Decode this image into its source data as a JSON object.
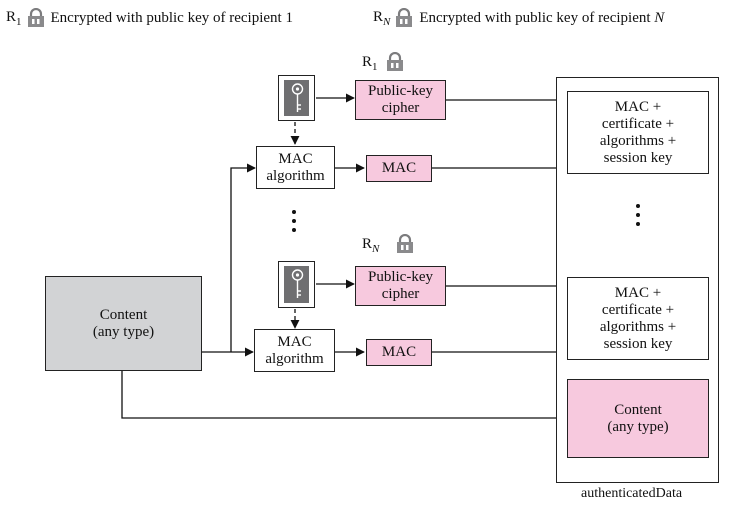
{
  "legend": {
    "r1_label": "R",
    "r1_sub": "1",
    "r1_text": "Encrypted with public key of recipient 1",
    "rn_label": "R",
    "rn_sub": "N",
    "rn_text_prefix": "Encrypted with public key of recipient ",
    "rn_text_italic": "N"
  },
  "recipients": {
    "r1": {
      "label": "R",
      "sub": "1"
    },
    "rn": {
      "label": "R",
      "sub": "N"
    }
  },
  "content_box": {
    "line1": "Content",
    "line2": "(any type)"
  },
  "blocks": {
    "pkc_top": {
      "line1": "Public-key",
      "line2": "cipher"
    },
    "mac_alg_top": {
      "line1": "MAC",
      "line2": "algorithm"
    },
    "mac_top": "MAC",
    "pkc_bottom": {
      "line1": "Public-key",
      "line2": "cipher"
    },
    "mac_alg_bottom": {
      "line1": "MAC",
      "line2": "algorithm"
    },
    "mac_bottom": "MAC"
  },
  "output": {
    "entry1": {
      "l1": "MAC +",
      "l2": "certificate +",
      "l3": "algorithms +",
      "l4": "session key"
    },
    "entry2": {
      "l1": "MAC +",
      "l2": "certificate +",
      "l3": "algorithms +",
      "l4": "session key"
    },
    "content": {
      "line1": "Content",
      "line2": "(any type)"
    },
    "caption": "authenticatedData"
  },
  "colors": {
    "pink": "#f7c9de",
    "grey": "#d2d3d5",
    "key_fill": "#6f6f71",
    "lock_fill": "#8a8a8c"
  },
  "icons": {
    "key": "key-icon",
    "lock": "padlock-icon"
  }
}
